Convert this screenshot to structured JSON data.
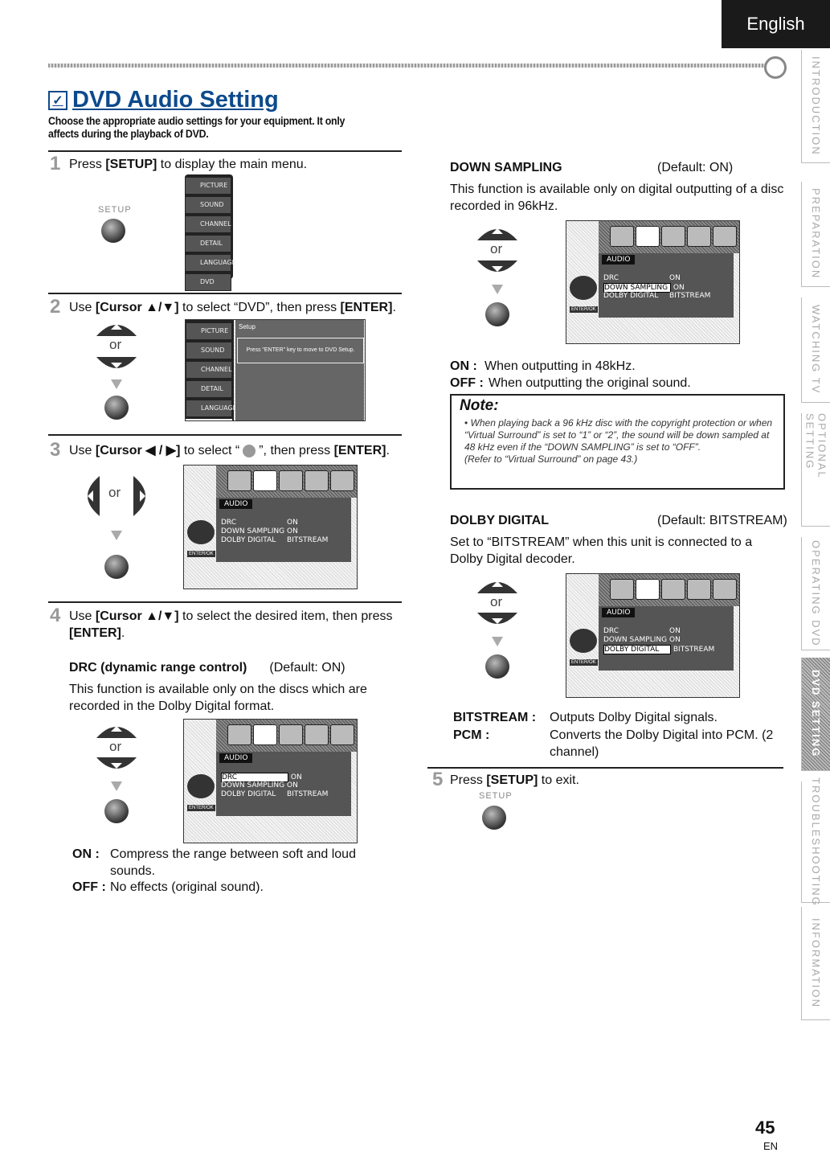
{
  "header": {
    "language_tab": "English"
  },
  "section": {
    "title": "DVD Audio Setting",
    "intro": "Choose the appropriate audio settings for your equipment. It only affects during the playback of DVD."
  },
  "steps": [
    {
      "num": "1",
      "text_pre": "Press ",
      "key": "[SETUP]",
      "text_post": " to display the main menu."
    },
    {
      "num": "2",
      "text_pre": "Use ",
      "key": "[Cursor ▲/▼]",
      "text_mid": " to select “DVD”, then press ",
      "key2": "[ENTER]",
      "text_post": "."
    },
    {
      "num": "3",
      "text_pre": "Use ",
      "key": "[Cursor ◀ / ▶]",
      "text_mid": " to select “",
      "text_mid2": "”, then press ",
      "key2": "[ENTER]",
      "text_post": "."
    },
    {
      "num": "4",
      "text_pre": "Use ",
      "key": "[Cursor ▲/▼]",
      "text_mid": " to select the desired item, then press",
      "key2": "[ENTER]",
      "text_post": "."
    },
    {
      "num": "5",
      "text_pre": "Press ",
      "key": "[SETUP]",
      "text_post": " to exit."
    }
  ],
  "remote": {
    "setup": "SETUP",
    "enter": "ENTER",
    "or": "or"
  },
  "main_menu": [
    "PICTURE",
    "SOUND",
    "CHANNEL",
    "DETAIL",
    "LANGUAGE",
    "DVD"
  ],
  "setup_screen": {
    "title": "Setup",
    "message": "Press \"ENTER\" key to move to DVD Setup."
  },
  "audio_screen": {
    "tab": "AUDIO",
    "rows": [
      {
        "label": "DRC",
        "value": "ON"
      },
      {
        "label": "DOWN SAMPLING",
        "value": "ON"
      },
      {
        "label": "DOLBY DIGITAL",
        "value": "BITSTREAM"
      }
    ],
    "enter_hint": "ENTER/OK"
  },
  "drc": {
    "heading": "DRC (dynamic range control)",
    "default": "(Default: ON)",
    "desc": "This function is available only on the discs which are recorded in the Dolby Digital format.",
    "on_label": "ON :",
    "on_text": "Compress the range between soft and loud sounds.",
    "off_label": "OFF :",
    "off_text": "No effects (original sound)."
  },
  "down_sampling": {
    "heading": "DOWN SAMPLING",
    "default": "(Default: ON)",
    "desc": "This function is available only on digital outputting of a disc recorded in 96kHz.",
    "on_label": "ON :",
    "on_text": "When outputting in 48kHz.",
    "off_label": "OFF :",
    "off_text": "When outputting the original sound."
  },
  "note": {
    "title": "Note:",
    "text": "When playing back a 96 kHz disc with the copyright protection or when “Virtual Surround” is set to “1” or “2”, the sound will be down sampled at 48 kHz even if the “DOWN SAMPLING” is set to “OFF”.",
    "ref": "(Refer to “Virtual Surround” on page 43.)"
  },
  "dolby": {
    "heading": "DOLBY DIGITAL",
    "default": "(Default: BITSTREAM)",
    "desc": "Set to “BITSTREAM” when this unit is connected to a Dolby Digital decoder.",
    "bit_label": "BITSTREAM :",
    "bit_text": "Outputs Dolby Digital signals.",
    "pcm_label": "PCM :",
    "pcm_text": "Converts the Dolby Digital into PCM. (2 channel)"
  },
  "side_tabs": [
    "INTRODUCTION",
    "PREPARATION",
    "WATCHING TV",
    "OPTIONAL SETTING",
    "OPERATING DVD",
    "DVD SETTING",
    "TROUBLESHOOTING",
    "INFORMATION"
  ],
  "footer": {
    "page": "45",
    "lang": "EN"
  }
}
